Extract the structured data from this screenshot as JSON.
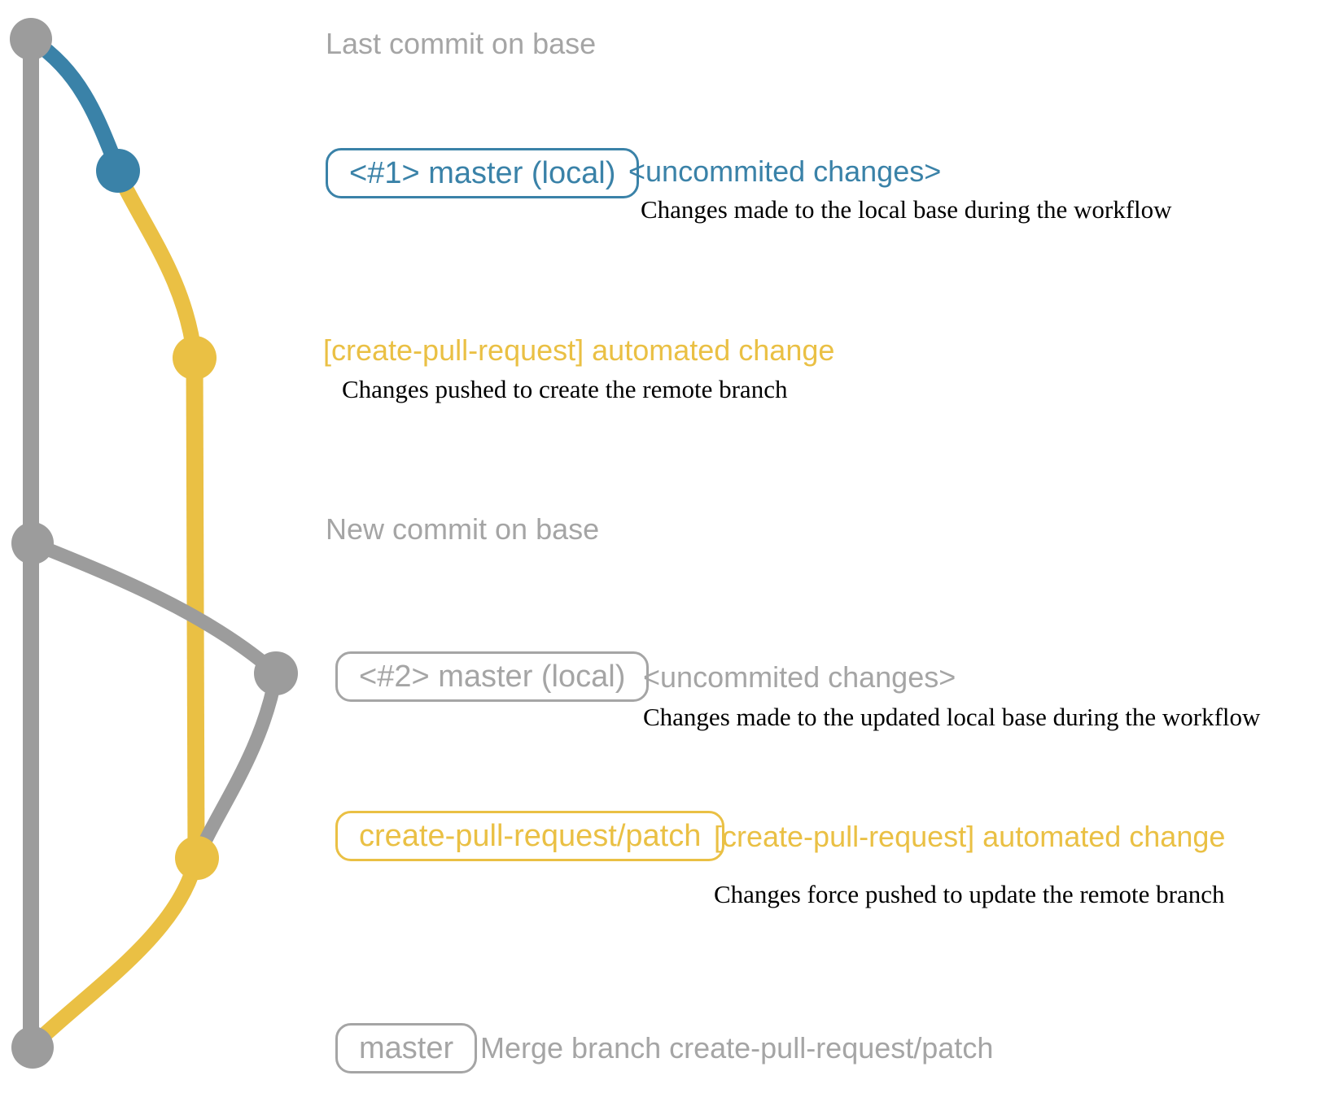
{
  "colors": {
    "branch-gray": "#9c9c9c",
    "branch-blue": "#3a82a8",
    "branch-yellow": "#eac044",
    "label-gray": "#a5a5a5",
    "desc-black": "#000000"
  },
  "graph": {
    "base_branch_color": "gray",
    "local_change_color": "blue",
    "remote_branch_color": "yellow",
    "nodes": [
      {
        "id": "last-commit-on-base",
        "color": "gray"
      },
      {
        "id": "commit-1-master-local",
        "color": "blue"
      },
      {
        "id": "create-pull-request-commit-1",
        "color": "yellow"
      },
      {
        "id": "new-commit-on-base",
        "color": "gray"
      },
      {
        "id": "commit-2-master-local",
        "color": "gray"
      },
      {
        "id": "create-pull-request-commit-2",
        "color": "yellow"
      },
      {
        "id": "merge-commit-on-base",
        "color": "gray"
      }
    ]
  },
  "rows": {
    "last_commit": {
      "label": "Last commit on base"
    },
    "commit1": {
      "badge": "<#1> master (local)",
      "title": "<uncommited changes>",
      "desc": "Changes made to the local base during the workflow"
    },
    "push1": {
      "title": "[create-pull-request] automated change",
      "desc": "Changes pushed to create the remote branch"
    },
    "new_commit": {
      "label": "New commit on base"
    },
    "commit2": {
      "badge": "<#2> master (local)",
      "title": "<uncommited changes>",
      "desc": "Changes made to the updated local base during the workflow"
    },
    "push2": {
      "badge": "create-pull-request/patch",
      "title": "[create-pull-request] automated change",
      "desc": "Changes force pushed to update the remote branch"
    },
    "merge": {
      "badge": "master",
      "label": "Merge branch create-pull-request/patch"
    }
  }
}
